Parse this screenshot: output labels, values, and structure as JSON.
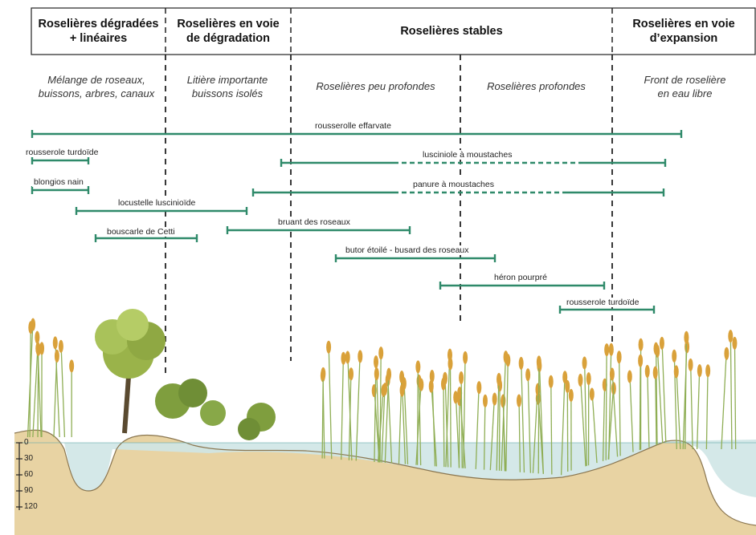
{
  "zones": [
    {
      "title": "Roselières dégradées\n+ linéaires",
      "subtitle": "Mélange de roseaux,\nbuissons, arbres, canaux"
    },
    {
      "title": "Roselières en voie\nde dégradation",
      "subtitle": "Litière importante\nbuissons isolés"
    },
    {
      "title": "Roselières stables",
      "subtitle": ""
    },
    {
      "title": "Roselières en voie\nd’expansion",
      "subtitle": "Front de roselière\nen eau libre"
    }
  ],
  "subzones": [
    {
      "subtitle": "Roselières peu profondes"
    },
    {
      "subtitle": "Roselières profondes"
    }
  ],
  "species": [
    {
      "name": "rousserolle effarvate"
    },
    {
      "name": "rousserole turdoïde"
    },
    {
      "name": "lusciniole à moustaches"
    },
    {
      "name": "blongios nain"
    },
    {
      "name": "panure à moustaches"
    },
    {
      "name": "locustelle luscinioïde"
    },
    {
      "name": "bruant des roseaux"
    },
    {
      "name": "bouscarle de Cetti"
    },
    {
      "name": "butor étoilé - busard des roseaux"
    },
    {
      "name": "héron pourpré"
    },
    {
      "name": "rousserole turdoïde"
    }
  ],
  "depth_scale": [
    "0",
    "30",
    "60",
    "90",
    "120"
  ],
  "colors": {
    "bar": "#2f8a6a",
    "water": "#cfe6e6",
    "sand": "#e8d3a3",
    "reed": "#8fae55",
    "plume": "#d9a13a",
    "shrub": "#7f9e3e"
  }
}
